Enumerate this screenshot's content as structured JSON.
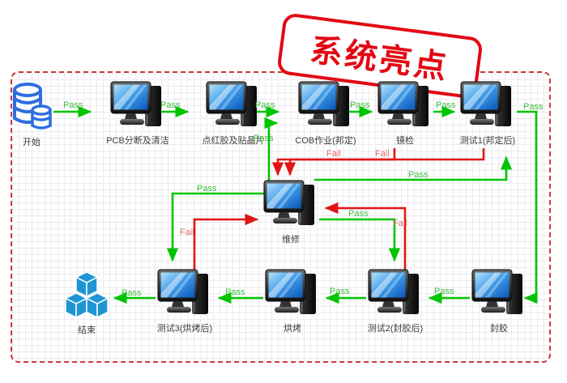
{
  "stamp": {
    "text": "系统亮点"
  },
  "colors": {
    "pass_line": "#00c400",
    "pass_text": "#3cbb3c",
    "fail_line": "#e01616",
    "fail_text": "#e36a6a",
    "panel_border": "#cb3a3a",
    "stamp_red": "#e30914",
    "cube_blue": "#1f96d3",
    "database_blue": "#2e6fe0"
  },
  "nodes": [
    {
      "id": "start",
      "label": "开始",
      "icon": "database-icon"
    },
    {
      "id": "pcb_clean",
      "label": "PCB分断及清洁",
      "icon": "computer-icon"
    },
    {
      "id": "glue_chip",
      "label": "点红胶及贴晶片",
      "icon": "computer-icon"
    },
    {
      "id": "cob",
      "label": "COB作业(邦定)",
      "icon": "computer-icon"
    },
    {
      "id": "inspect",
      "label": "镜检",
      "icon": "computer-icon"
    },
    {
      "id": "test1",
      "label": "测试1(邦定后)",
      "icon": "computer-icon"
    },
    {
      "id": "repair",
      "label": "维修",
      "icon": "computer-icon"
    },
    {
      "id": "end",
      "label": "结束",
      "icon": "cubes-icon"
    },
    {
      "id": "test3",
      "label": "测试3(烘烤后)",
      "icon": "computer-icon"
    },
    {
      "id": "bake",
      "label": "烘烤",
      "icon": "computer-icon"
    },
    {
      "id": "test2",
      "label": "测试2(封胶后)",
      "icon": "computer-icon"
    },
    {
      "id": "seal",
      "label": "封胶",
      "icon": "computer-icon"
    }
  ],
  "edges": [
    {
      "from": "start",
      "to": "pcb_clean",
      "label": "Pass"
    },
    {
      "from": "pcb_clean",
      "to": "glue_chip",
      "label": "Pass"
    },
    {
      "from": "glue_chip",
      "to": "cob",
      "label": "Pass"
    },
    {
      "from": "cob",
      "to": "inspect",
      "label": "Pass"
    },
    {
      "from": "inspect",
      "to": "test1",
      "label": "Pass"
    },
    {
      "from": "test1",
      "to": "seal",
      "label": "Pass"
    },
    {
      "from": "seal",
      "to": "test2",
      "label": "Pass"
    },
    {
      "from": "test2",
      "to": "bake",
      "label": "Pass"
    },
    {
      "from": "bake",
      "to": "test3",
      "label": "Pass"
    },
    {
      "from": "test3",
      "to": "end",
      "label": "Pass"
    },
    {
      "from": "inspect",
      "to": "repair",
      "label": "Fail"
    },
    {
      "from": "test1",
      "to": "repair",
      "label": "Fail"
    },
    {
      "from": "repair",
      "to": "cob",
      "label": "Pass"
    },
    {
      "from": "repair",
      "to": "test1",
      "label": "Pass"
    },
    {
      "from": "repair",
      "to": "test3",
      "label": "Pass"
    },
    {
      "from": "test3",
      "to": "repair",
      "label": "Fail"
    },
    {
      "from": "repair",
      "to": "test2",
      "label": "Pass"
    },
    {
      "from": "test2",
      "to": "repair",
      "label": "Fail"
    }
  ]
}
